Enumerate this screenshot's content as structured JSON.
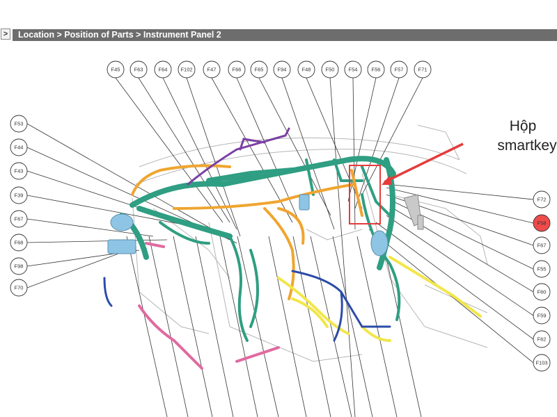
{
  "breadcrumb": {
    "toggle": ">",
    "text": "Location > Position of Parts > Instrument Panel 2"
  },
  "connectors": {
    "top": [
      "F45",
      "F63",
      "F64",
      "F102",
      "F47",
      "F66",
      "F65",
      "F94",
      "F48",
      "F50",
      "F54",
      "F56",
      "F57",
      "F71"
    ],
    "left": [
      "F53",
      "F44",
      "F43",
      "F39",
      "F67",
      "F68",
      "F98",
      "F70"
    ],
    "right": [
      "F72",
      "F58",
      "F67",
      "F55",
      "F60",
      "F59",
      "F62",
      "F103"
    ]
  },
  "highlighted_connector": "F58",
  "annotation": {
    "line1": "Hộp",
    "line2": "smartkey"
  },
  "colors": {
    "teal": "#2f9e82",
    "orange": "#f0a530",
    "purple": "#7b3fa3",
    "yellow": "#f2e64a",
    "pink": "#e06aa0",
    "blue": "#2b4ba8",
    "light_blue": "#8ec5e4",
    "red_highlight": "#ef4b4b",
    "header_bar": "#6d6d6d"
  }
}
